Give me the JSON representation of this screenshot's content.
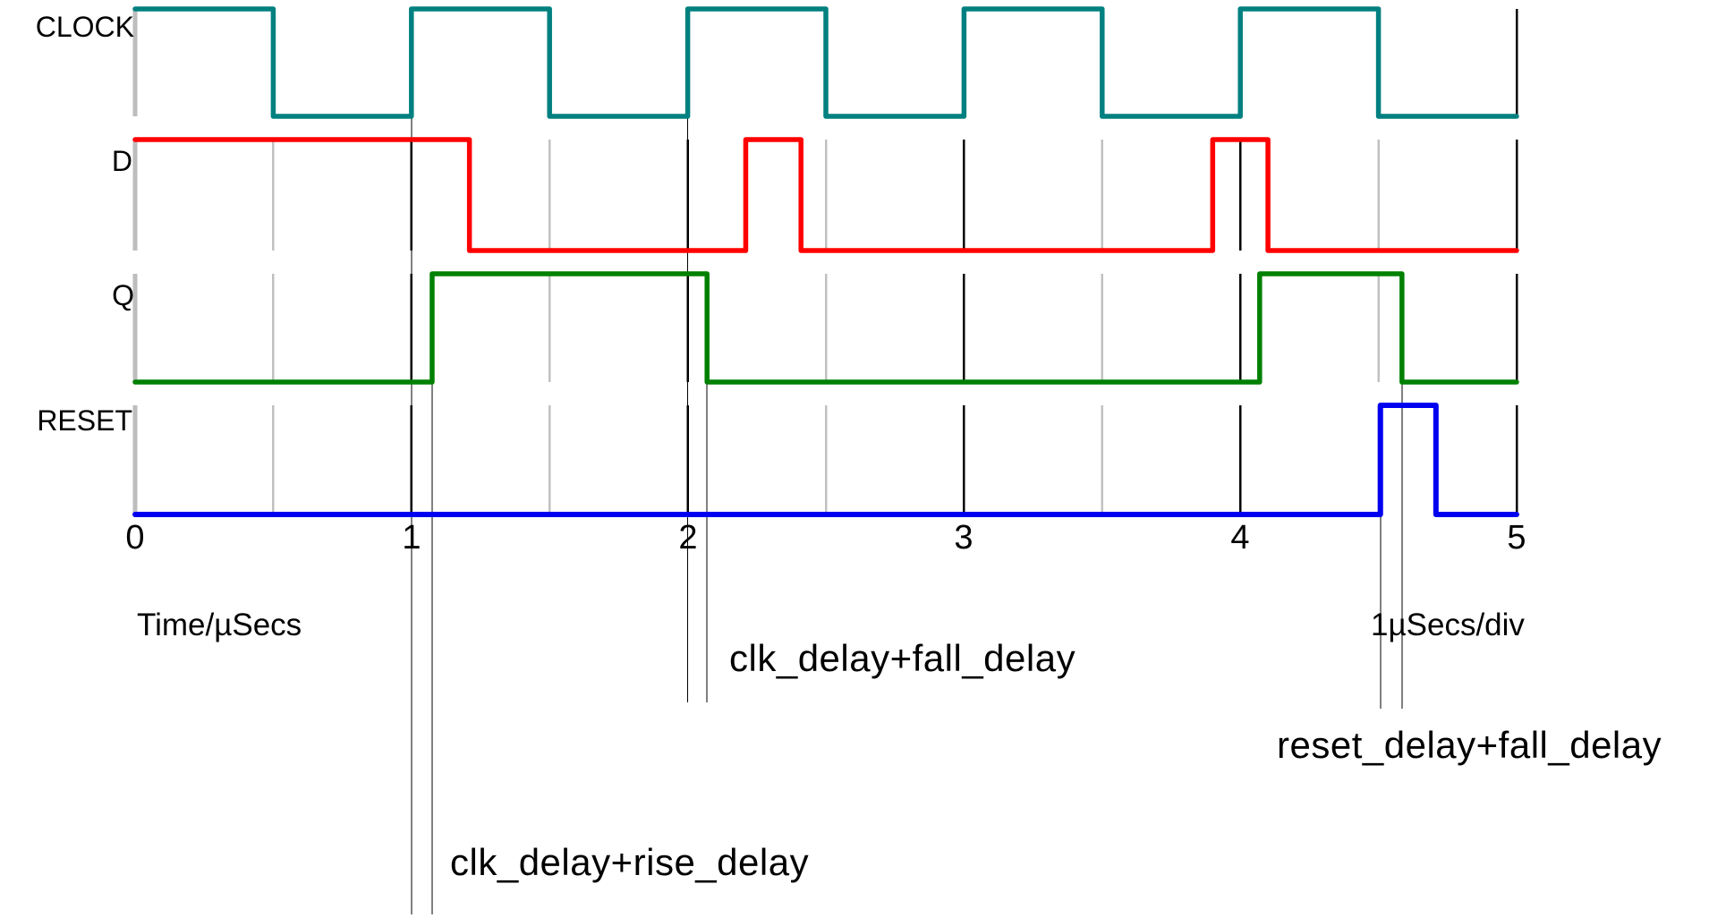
{
  "chart_data": {
    "type": "digital-timing",
    "title": "",
    "x_axis": {
      "label": "Time/µSecs",
      "scale_note": "1µSecs/div",
      "tick_labels": [
        "0",
        "1",
        "2",
        "3",
        "4",
        "5"
      ],
      "range": [
        0,
        5
      ],
      "minor_grid_step": 0.5,
      "major_grid_step": 1
    },
    "grid": {
      "on": true,
      "minor_color": "#c0c0c0",
      "major_color": "#000000",
      "zero_line_color": "#bdbdbd"
    },
    "signals": [
      {
        "name": "CLOCK",
        "color": "#008080",
        "initial_level": 1,
        "steps": [
          [
            0,
            1
          ],
          [
            0.5,
            0
          ],
          [
            1,
            1
          ],
          [
            1.5,
            0
          ],
          [
            2,
            1
          ],
          [
            2.5,
            0
          ],
          [
            3,
            1
          ],
          [
            3.5,
            0
          ],
          [
            4,
            1
          ],
          [
            4.5,
            0
          ]
        ]
      },
      {
        "name": "D",
        "color": "#ff0000",
        "initial_level": 1,
        "steps": [
          [
            0,
            1
          ],
          [
            1.21,
            0
          ],
          [
            2.21,
            1
          ],
          [
            2.41,
            0
          ],
          [
            3.9,
            1
          ],
          [
            4.1,
            0
          ]
        ]
      },
      {
        "name": "Q",
        "color": "#008000",
        "initial_level": 0,
        "steps": [
          [
            0,
            0
          ],
          [
            1.075,
            1
          ],
          [
            2.07,
            0
          ],
          [
            4.07,
            1
          ],
          [
            4.585,
            0
          ]
        ]
      },
      {
        "name": "RESET",
        "color": "#0000f0",
        "initial_level": 0,
        "steps": [
          [
            0,
            0
          ],
          [
            4.507,
            1
          ],
          [
            4.708,
            0
          ]
        ]
      }
    ],
    "annotations": [
      {
        "label": "clk_delay+rise_delay",
        "marker_times": [
          1.0,
          1.075
        ]
      },
      {
        "label": "clk_delay+fall_delay",
        "marker_times": [
          2.0,
          2.07
        ]
      },
      {
        "label": "reset_delay+fall_delay",
        "marker_times": [
          4.507,
          4.585
        ]
      }
    ]
  }
}
